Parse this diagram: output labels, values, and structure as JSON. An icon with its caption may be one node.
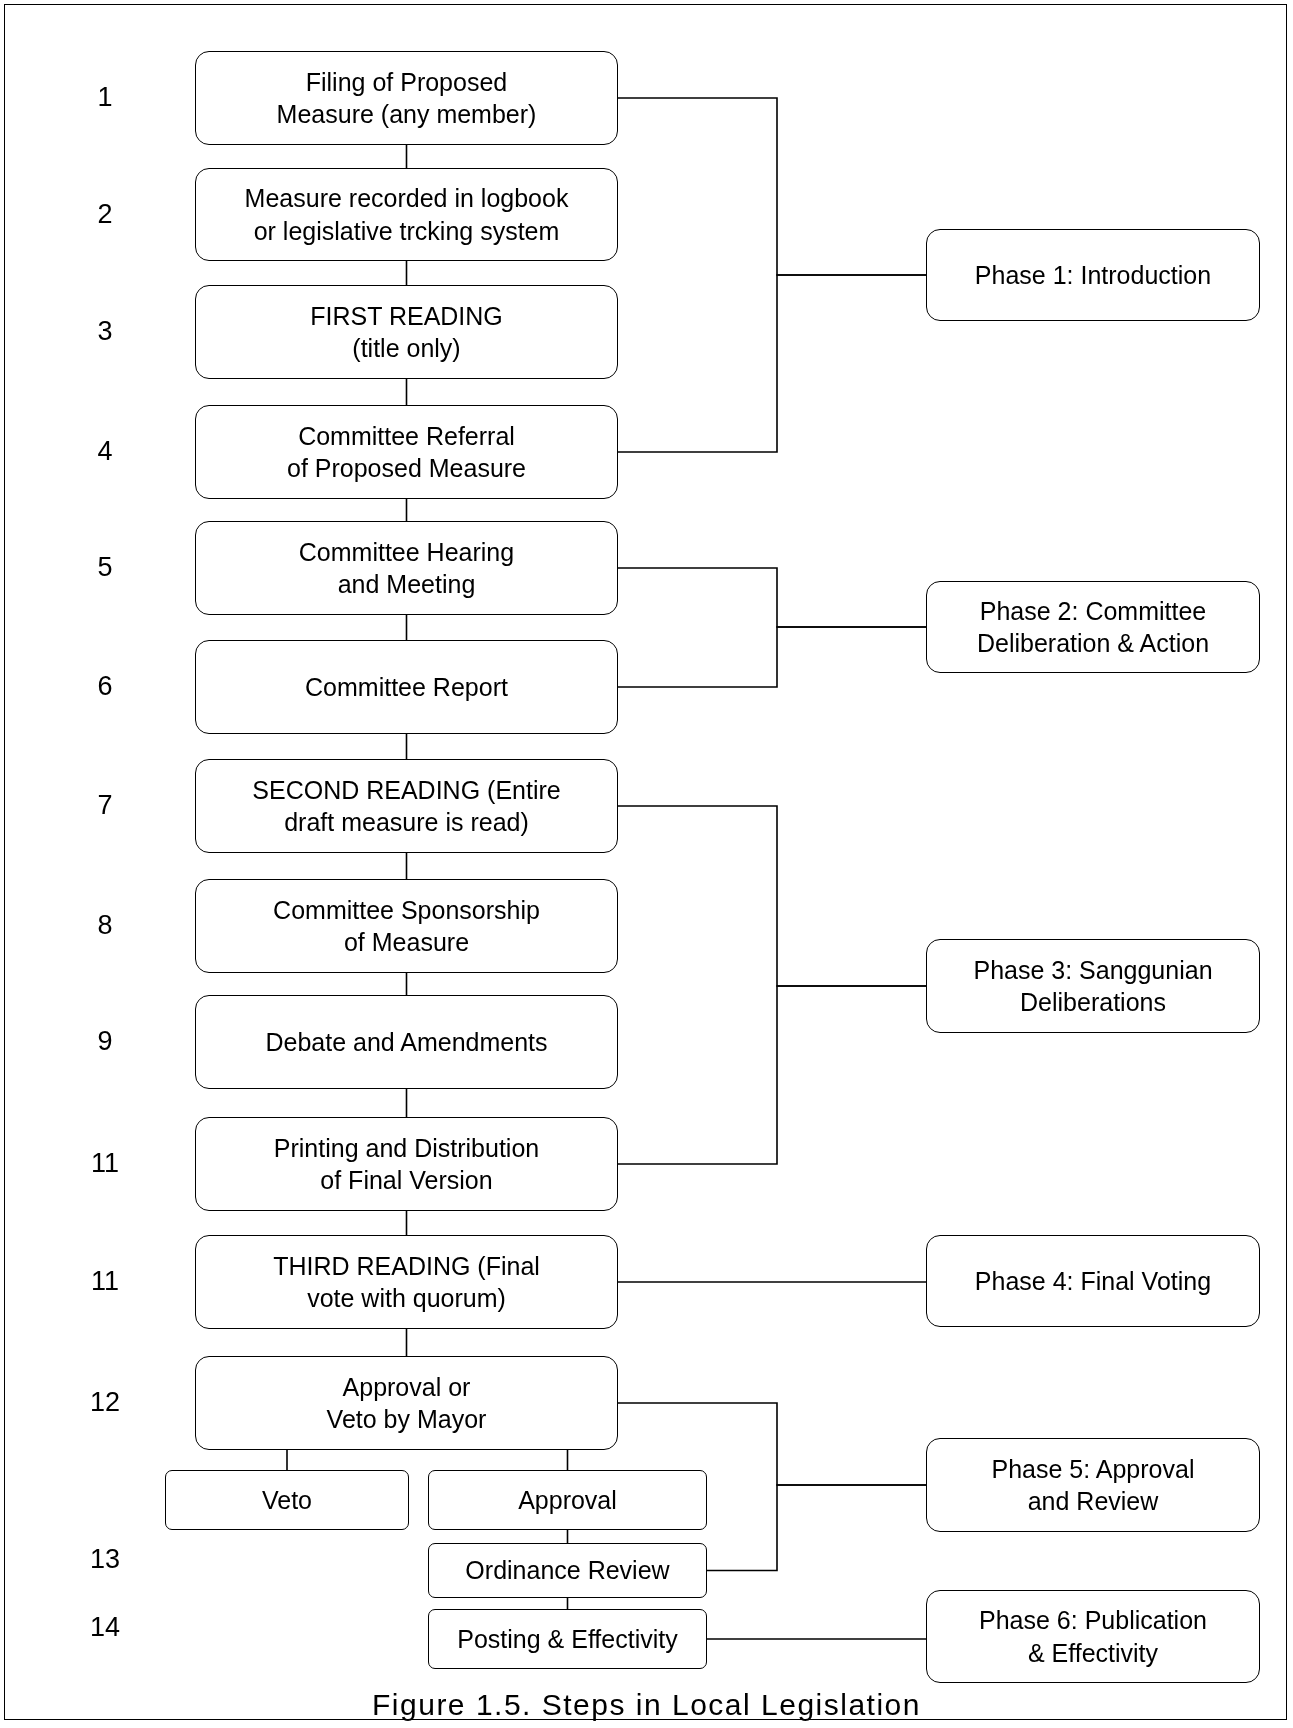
{
  "diagram": {
    "caption": "Figure 1.5. Steps in Local Legislation",
    "nodes": [
      {
        "text": [
          "Filing of Proposed Measure (any member)"
        ],
        "beside": [
          "1"
        ]
      },
      {
        "text": [
          "Measure recorded in logbook or legislative trcking system"
        ],
        "beside": [
          "2"
        ]
      },
      {
        "text": [
          "FIRST READING (title only)"
        ],
        "beside": [
          "3"
        ]
      },
      {
        "text": [
          "Committee Referral of Proposed Measure"
        ],
        "beside": [
          "4"
        ]
      },
      {
        "text": [
          "Committee Hearing and Meeting"
        ],
        "beside": [
          "5"
        ]
      },
      {
        "text": [
          "Committee Report"
        ],
        "beside": [
          "6"
        ]
      },
      {
        "text": [
          "SECOND READING (Entire draft measure is read)"
        ],
        "beside": [
          "7"
        ]
      },
      {
        "text": [
          "Committee Sponsorship of Measure"
        ],
        "beside": [
          "8"
        ]
      },
      {
        "text": [
          "Debate and Amendments"
        ],
        "beside": [
          "9"
        ]
      },
      {
        "text": [
          "Printing and Distribution of Final Version"
        ],
        "beside": [
          "11"
        ]
      },
      {
        "text": [
          "THIRD READING (Final vote with quorum)"
        ],
        "beside": [
          "11"
        ]
      },
      {
        "text": [
          "Approval or Veto by Mayor"
        ],
        "beside": [
          "12"
        ]
      },
      {
        "text": [
          "Veto"
        ]
      },
      {
        "text": [
          "Approval"
        ]
      },
      {
        "text": [
          "Ordinance Review"
        ]
      },
      {
        "text": [
          "Posting & Effectivity"
        ]
      },
      {
        "text": [
          "Phase 1: Introduction"
        ]
      },
      {
        "text": [
          "Phase 2: Committee Deliberation & Action"
        ]
      },
      {
        "text": [
          "Phase 3: Sanggunian Deliberations"
        ]
      },
      {
        "text": [
          "Phase 4: Final Voting"
        ]
      },
      {
        "text": [
          "Phase 5: Approval and Review"
        ]
      },
      {
        "text": [
          "Phase 6: Publication & Effectivity"
        ]
      }
    ],
    "edges": [
      {
        "from": 0,
        "to": 1,
        "arrow": "none"
      },
      {
        "from": 1,
        "to": 2,
        "arrow": "none"
      },
      {
        "from": 2,
        "to": 3,
        "arrow": "none"
      },
      {
        "from": 3,
        "to": 4,
        "arrow": "none"
      },
      {
        "from": 4,
        "to": 5,
        "arrow": "none"
      },
      {
        "from": 5,
        "to": 6,
        "arrow": "none"
      },
      {
        "from": 6,
        "to": 7,
        "arrow": "none"
      },
      {
        "from": 7,
        "to": 8,
        "arrow": "none"
      },
      {
        "from": 8,
        "to": 9,
        "arrow": "none"
      },
      {
        "from": 9,
        "to": 10,
        "arrow": "none"
      },
      {
        "from": 10,
        "to": 11,
        "arrow": "none"
      },
      {
        "from": 11,
        "to": 12,
        "arrow": "none"
      },
      {
        "from": 11,
        "to": 13,
        "arrow": "none"
      },
      {
        "from": 13,
        "to": 14,
        "arrow": "none"
      },
      {
        "from": 14,
        "to": 15,
        "arrow": "none"
      },
      {
        "from": 0,
        "to": 16,
        "arrow": "none"
      },
      {
        "from": 3,
        "to": 16,
        "arrow": "none"
      },
      {
        "from": 4,
        "to": 17,
        "arrow": "none"
      },
      {
        "from": 5,
        "to": 17,
        "arrow": "none"
      },
      {
        "from": 6,
        "to": 18,
        "arrow": "none"
      },
      {
        "from": 9,
        "to": 18,
        "arrow": "none"
      },
      {
        "from": 10,
        "to": 19,
        "arrow": "none"
      },
      {
        "from": 11,
        "to": 20,
        "arrow": "none"
      },
      {
        "from": 14,
        "to": 20,
        "arrow": "none"
      },
      {
        "from": 15,
        "to": 21,
        "arrow": "none"
      }
    ],
    "labels": [
      "13",
      "14"
    ]
  }
}
